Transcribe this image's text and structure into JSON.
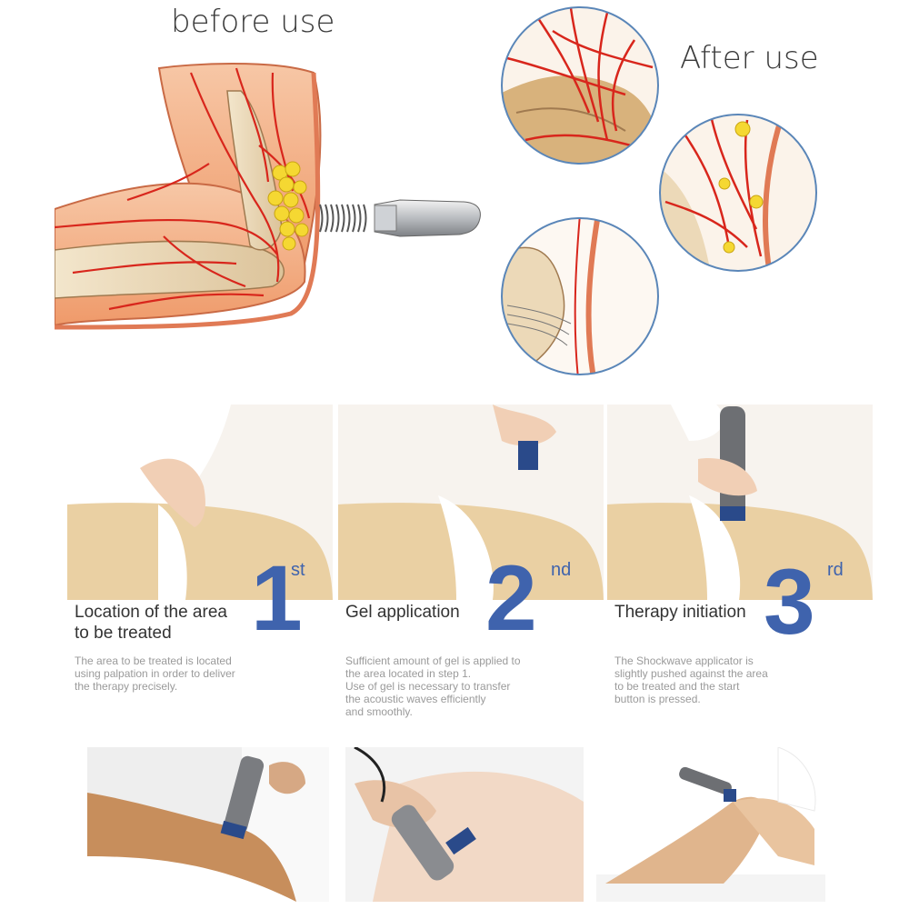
{
  "top": {
    "before_label": "before use",
    "after_label": "After use"
  },
  "steps": [
    {
      "number": "1",
      "suffix": "st",
      "title_line1": "Location of the area",
      "title_line2": "to be treated",
      "description": "The area to be treated is located\nusing palpation in order to deliver\nthe therapy precisely."
    },
    {
      "number": "2",
      "suffix": "nd",
      "title_line1": "Gel application",
      "title_line2": "",
      "description": "Sufficient amount of gel is applied to\nthe area located in step 1.\nUse of gel is necessary to transfer\nthe acoustic waves efficiently\nand smoothly."
    },
    {
      "number": "3",
      "suffix": "rd",
      "title_line1": "Therapy initiation",
      "title_line2": "",
      "description": "The Shockwave applicator is\nslightly pushed against the area\nto be treated and the start\nbutton is pressed."
    }
  ],
  "colors": {
    "accent_blue": "#3f63ad",
    "artery_red": "#d8261c",
    "muscle_orange": "#f0a070",
    "bone_tan": "#e8d4b0",
    "calcification_yellow": "#f5d832",
    "skin": "#e9c9a0"
  }
}
